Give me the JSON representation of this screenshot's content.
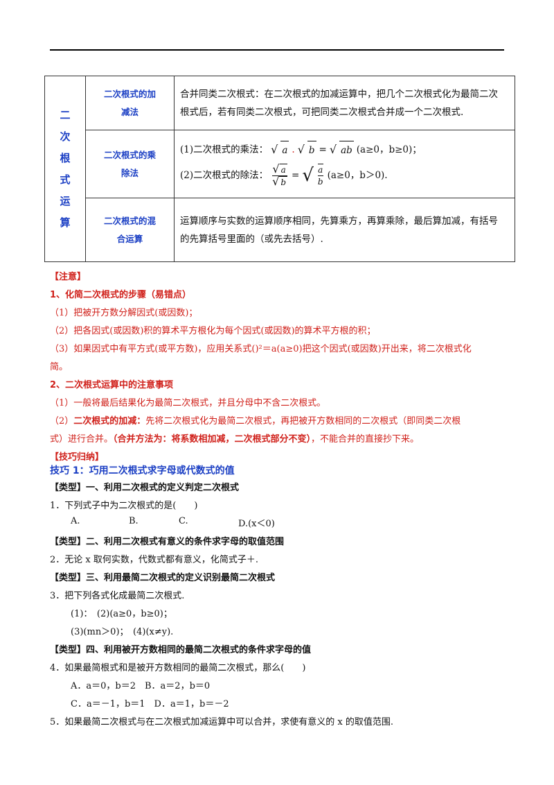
{
  "table": {
    "side_label": [
      "二",
      "次",
      "根",
      "式",
      "运",
      "算"
    ],
    "rows": [
      {
        "topic": [
          "二次根式的加",
          "减法"
        ],
        "desc": [
          "合并同类二次根式：在二次根式的加减运算中，把几个二次根式化为最简二次",
          "根式后，若有同类二次根式，可把同类二次根式合并成一个二次根式."
        ]
      },
      {
        "topic": [
          "二次根式的乘",
          "除法"
        ],
        "mult_prefix": "(1)二次根式的乘法：",
        "mult_a": "a",
        "mult_dot": ".",
        "mult_b": "b",
        "mult_eq": "=",
        "mult_ab": "ab",
        "mult_cond": "(a≥0，b≥0)；",
        "div_prefix": "(2)二次根式的除法：",
        "div_num": "a",
        "div_den": "b",
        "div_eq": "=",
        "div_cond": "(a≥0，b＞0)."
      },
      {
        "topic": [
          "二次根式的混",
          "合运算"
        ],
        "desc": [
          "运算顺序与实数的运算顺序相同，先算乘方，再算乘除，最后算加减，有括号",
          "的先算括号里面的（或先去括号）."
        ]
      }
    ]
  },
  "notes": {
    "title": "【注意】",
    "h1": "1、化简二次根式的步骤（易错点）",
    "items1": [
      "（1）把被开方数分解因式(或因数)；",
      "（2）把各因式(或因数)积的算术平方根化为每个因式(或因数)的算术平方根的积；",
      "（3）如果因式中有平方式(或平方数)，应用关系式()²＝a(a≥0)把这个因式(或因数)开出来，将二次根式化",
      "简。"
    ],
    "h2": "2、二次根式运算中的注意事项",
    "item2_1": "（1）一般将最后结果化为最简二次根式，并且分母中不含二次根式。",
    "item2_2_a": "（2）",
    "item2_2_b": "二次根式的加减：",
    "item2_2_c": "先将二次根式化为最简二次根式，再把被开方数相同的二次根式（即同类二次根",
    "item2_2_d": "式）进行合并。",
    "item2_2_e": "（合并方法为：将系数相加减，二次根式部分不变）",
    "item2_2_f": "，不能合并的直接抄下来。"
  },
  "tips": {
    "title": "【技巧归纳】",
    "tip1": "技巧 1：巧用二次根式求字母或代数式的值",
    "type1": "【类型】一、利用二次根式的定义判定二次根式",
    "q1": "1．下列式子中为二次根式的是(　　)",
    "q1_opts": [
      "A.",
      "B.",
      "C.",
      "D.(x＜0)"
    ],
    "type2": "【类型】二、利用二次根式有意义的条件求字母的取值范围",
    "q2": "2．无论 x 取何实数，代数式都有意义，化简式子＋.",
    "type3": "【类型】三、利用最简二次根式的定义识别最简二次根式",
    "q3": "3．把下列各式化成最简二次根式.",
    "q3_l1": "(1)：　(2)(a≥0，b≥0)；",
    "q3_l2": "(3)(mn＞0)；　(4)(x≠y).",
    "type4": "【类型】四、利用被开方数相同的最简二次根式的条件求字母的值",
    "q4": "4．如果最简根式和是被开方数相同的最简二次根式，那么(　　)",
    "q4_l1": "A．a＝0，b＝2　B．a＝2，b＝0",
    "q4_l2": "C．a＝－1，b＝1　D．a＝1，b＝－2",
    "q5": "5．如果最简二次根式与在二次根式加减运算中可以合并，求使有意义的 x 的取值范围."
  }
}
